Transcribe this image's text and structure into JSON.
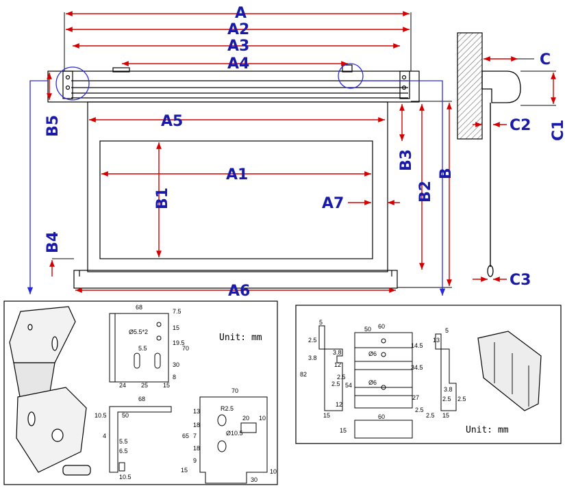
{
  "main_labels": {
    "A": "A",
    "A2": "A2",
    "A3": "A3",
    "A4": "A4",
    "A5": "A5",
    "A1": "A1",
    "A6": "A6",
    "A7": "A7",
    "B": "B",
    "B1": "B1",
    "B2": "B2",
    "B3": "B3",
    "B4": "B4",
    "B5": "B5"
  },
  "side_labels": {
    "C": "C",
    "C1": "C1",
    "C2": "C2",
    "C3": "C3"
  },
  "left_panel": {
    "unit": "Unit: mm",
    "dims": [
      "68",
      "7.5",
      "15",
      "Ø5.5*2",
      "19.5",
      "70",
      "5.5",
      "30",
      "8",
      "24",
      "25",
      "15",
      "68",
      "10.5",
      "50",
      "4",
      "5.5",
      "6.5",
      "10.5",
      "70",
      "13",
      "R2.5",
      "20",
      "10",
      "18",
      "65",
      "7",
      "Ø10.5",
      "18",
      "9",
      "15",
      "30",
      "10"
    ]
  },
  "right_panel": {
    "unit": "Unit: mm",
    "dims": [
      "5",
      "2.5",
      "3.8",
      "3.8",
      "82",
      "12",
      "2.5",
      "2.5",
      "12",
      "15",
      "54",
      "50",
      "60",
      "14.5",
      "Ø6",
      "34.5",
      "Ø6",
      "27",
      "2.5",
      "13",
      "5",
      "3.8",
      "2.5",
      "2.5",
      "2.5",
      "15",
      "60",
      "15"
    ]
  },
  "colors": {
    "label": "#1a1aa8",
    "arrow": "#d40000",
    "leader": "#2a2ad8",
    "dim": "#00a88a"
  }
}
